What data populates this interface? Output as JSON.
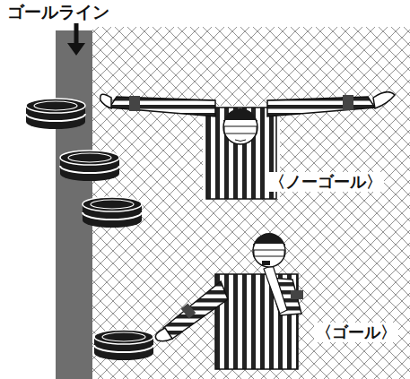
{
  "diagram": {
    "labels": [
      "ゴールライン",
      "〈ノーゴール〉",
      "〈ゴール〉"
    ]
  }
}
